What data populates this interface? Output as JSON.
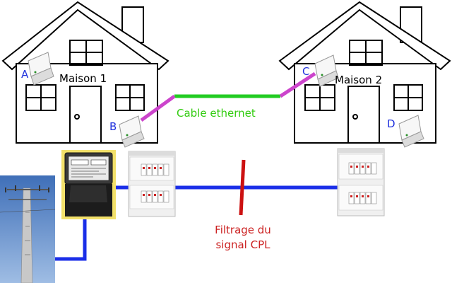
{
  "labels": {
    "house1": "Maison 1",
    "house2": "Maison 2",
    "cable": "Cable ethernet",
    "filter_line1": "Filtrage du",
    "filter_line2": "signal CPL",
    "a": "A",
    "b": "B",
    "c": "C",
    "d": "D"
  },
  "colors": {
    "house_outline": "#000000",
    "ethernet": "#22cc22",
    "plug_cord": "#cc44cc",
    "power_line": "#1a2ee8",
    "filter_bar": "#cc1111",
    "filter_text": "#cc2222",
    "adapter_letter": "#2233dd",
    "cable_text": "#33cc11",
    "meter_bg": "#f2e06a",
    "sky": "#5b86c8"
  }
}
